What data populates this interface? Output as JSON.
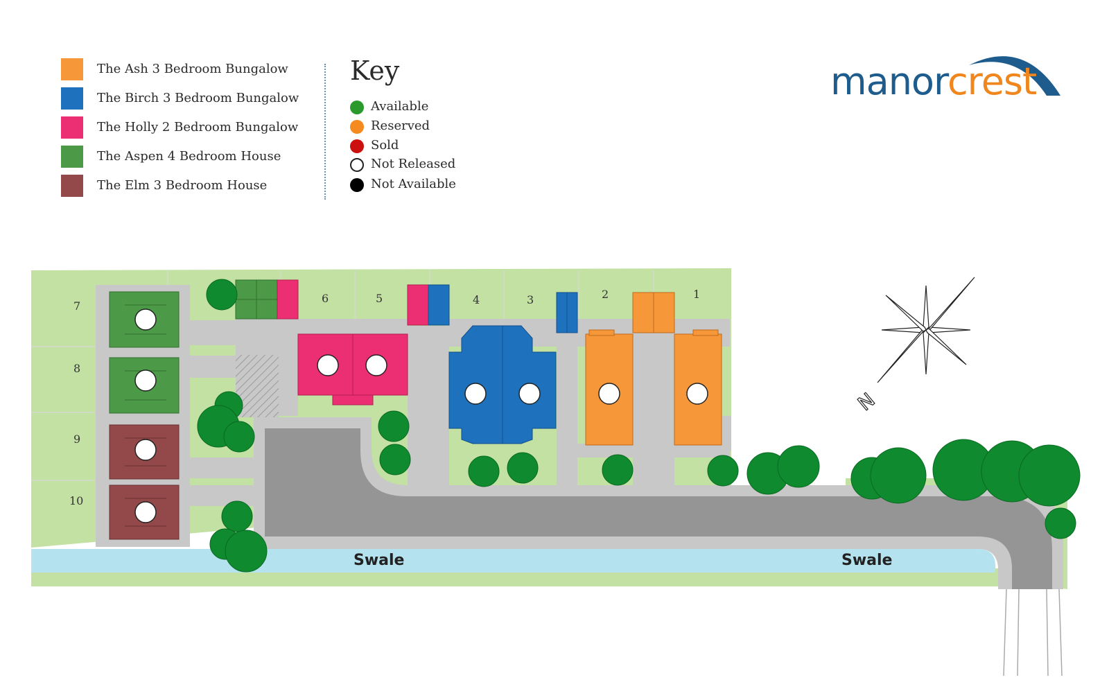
{
  "legend": {
    "items": [
      {
        "label": "The Ash 3 Bedroom Bungalow",
        "color": "#f6973a"
      },
      {
        "label": "The Birch 3 Bedroom Bungalow",
        "color": "#1e72bd"
      },
      {
        "label": "The Holly 2 Bedroom Bungalow",
        "color": "#ec2f72"
      },
      {
        "label": "The Aspen 4 Bedroom House",
        "color": "#4c9a48"
      },
      {
        "label": "The Elm 3 Bedroom House",
        "color": "#934949"
      }
    ]
  },
  "key": {
    "title": "Key",
    "items": [
      {
        "label": "Available",
        "color": "#2a9a2c"
      },
      {
        "label": "Reserved",
        "color": "#f58a1f"
      },
      {
        "label": "Sold",
        "color": "#cc1010"
      },
      {
        "label": "Not Released",
        "color": "#ffffff"
      },
      {
        "label": "Not Available",
        "color": "#000000"
      }
    ]
  },
  "logo": {
    "part1": "manor",
    "part2": "crest",
    "color1": "#1d5c8c",
    "color2": "#f0871e"
  },
  "plots": {
    "p1": "1",
    "p2": "2",
    "p3": "3",
    "p4": "4",
    "p5": "5",
    "p6": "6",
    "p7": "7",
    "p8": "8",
    "p9": "9",
    "p10": "10"
  },
  "swale": {
    "left": "Swale",
    "right": "Swale"
  },
  "compass": {
    "label": "N"
  },
  "colors": {
    "grass": "#c2e1a2",
    "road": "#959595",
    "pavement": "#c8c8c8",
    "water": "#b4e2ef",
    "tree": "#0f8a2e"
  }
}
